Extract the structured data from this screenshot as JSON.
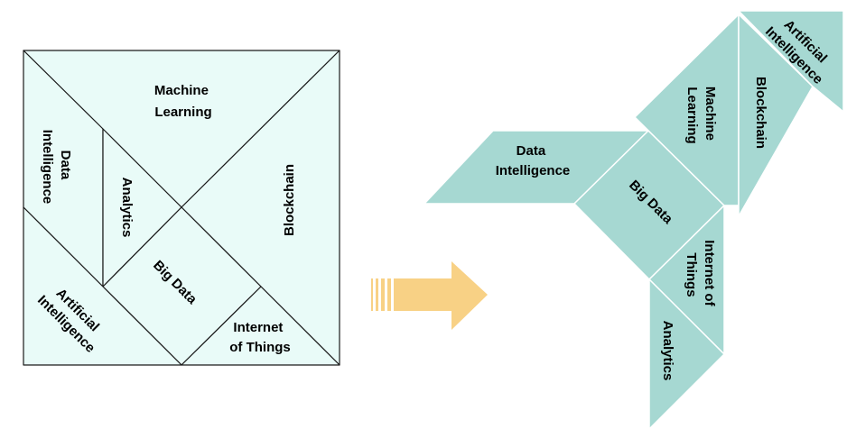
{
  "colors": {
    "square_fill": "#e9fbf8",
    "square_stroke": "#1a1a1a",
    "bird_fill": "#a6d8d2",
    "bird_stroke": "#ffffff",
    "arrow_fill": "#f8d185"
  },
  "square_labels": {
    "machine_learning": [
      "Machine",
      "Learning"
    ],
    "data_intelligence": [
      "Data",
      "Intelligence"
    ],
    "analytics": [
      "Analytics"
    ],
    "blockchain": [
      "Blockchain"
    ],
    "big_data": [
      "Big Data"
    ],
    "artificial_intelligence": [
      "Artificial",
      "Intelligence"
    ],
    "internet_of_things": [
      "Internet",
      "of Things"
    ]
  },
  "bird_labels": {
    "data_intelligence": [
      "Data",
      "Intelligence"
    ],
    "big_data": [
      "Big Data"
    ],
    "machine_learning": [
      "Machine",
      "Learning"
    ],
    "blockchain": [
      "Blockchain"
    ],
    "artificial_intelligence": [
      "Artificial",
      "Intelligence"
    ],
    "internet_of_things": [
      "Internet of",
      "Things"
    ],
    "analytics": [
      "Analytics"
    ]
  },
  "arrow_icon": "right-arrow-icon"
}
